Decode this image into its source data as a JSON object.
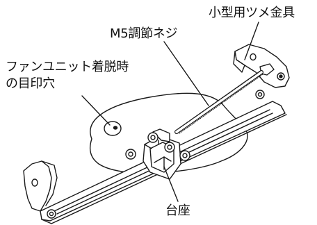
{
  "labels": {
    "bracket": "小型用ツメ金具",
    "screw": "M5調節ネジ",
    "fan_mark_line1": "ファンユニット着脱時",
    "fan_mark_line2": "の目印穴",
    "base": "台座"
  },
  "colors": {
    "line": "#1a1a1a",
    "fill": "#ffffff"
  }
}
